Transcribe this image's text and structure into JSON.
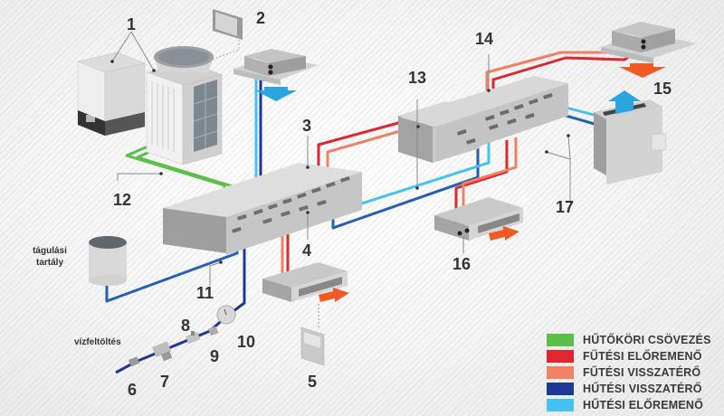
{
  "colors": {
    "refrigerant": "#5cbf4a",
    "heating_flow": "#e0262f",
    "heating_return": "#f08163",
    "cooling_return": "#1f3796",
    "cooling_flow": "#47c1ee",
    "manifold_return_blue": "#2660b5",
    "arrow_warm": "#f05a24",
    "arrow_cool": "#2ba4e0"
  },
  "callouts": {
    "n1": "1",
    "n2": "2",
    "n3": "3",
    "n4": "4",
    "n5": "5",
    "n6": "6",
    "n7": "7",
    "n8": "8",
    "n9": "9",
    "n10": "10",
    "n11": "11",
    "n12": "12",
    "n13": "13",
    "n14": "14",
    "n15": "15",
    "n16": "16",
    "n17": "17"
  },
  "labels": {
    "expansion_tank_line1": "tágulási",
    "expansion_tank_line2": "tartály",
    "water_fill": "vízfeltöltés"
  },
  "legend": [
    {
      "label": "HŰTŐKÖRI CSÖVEZÉS",
      "color": "#5cbf4a"
    },
    {
      "label": "FŰTÉSI ELŐREMENŐ",
      "color": "#e0262f"
    },
    {
      "label": "FŰTÉSI VISSZATÉRŐ",
      "color": "#f08163"
    },
    {
      "label": "HŰTÉSI VISSZATÉRŐ",
      "color": "#1f3796"
    },
    {
      "label": "HŰTÉSI ELŐREMENŐ",
      "color": "#47c1ee"
    }
  ]
}
